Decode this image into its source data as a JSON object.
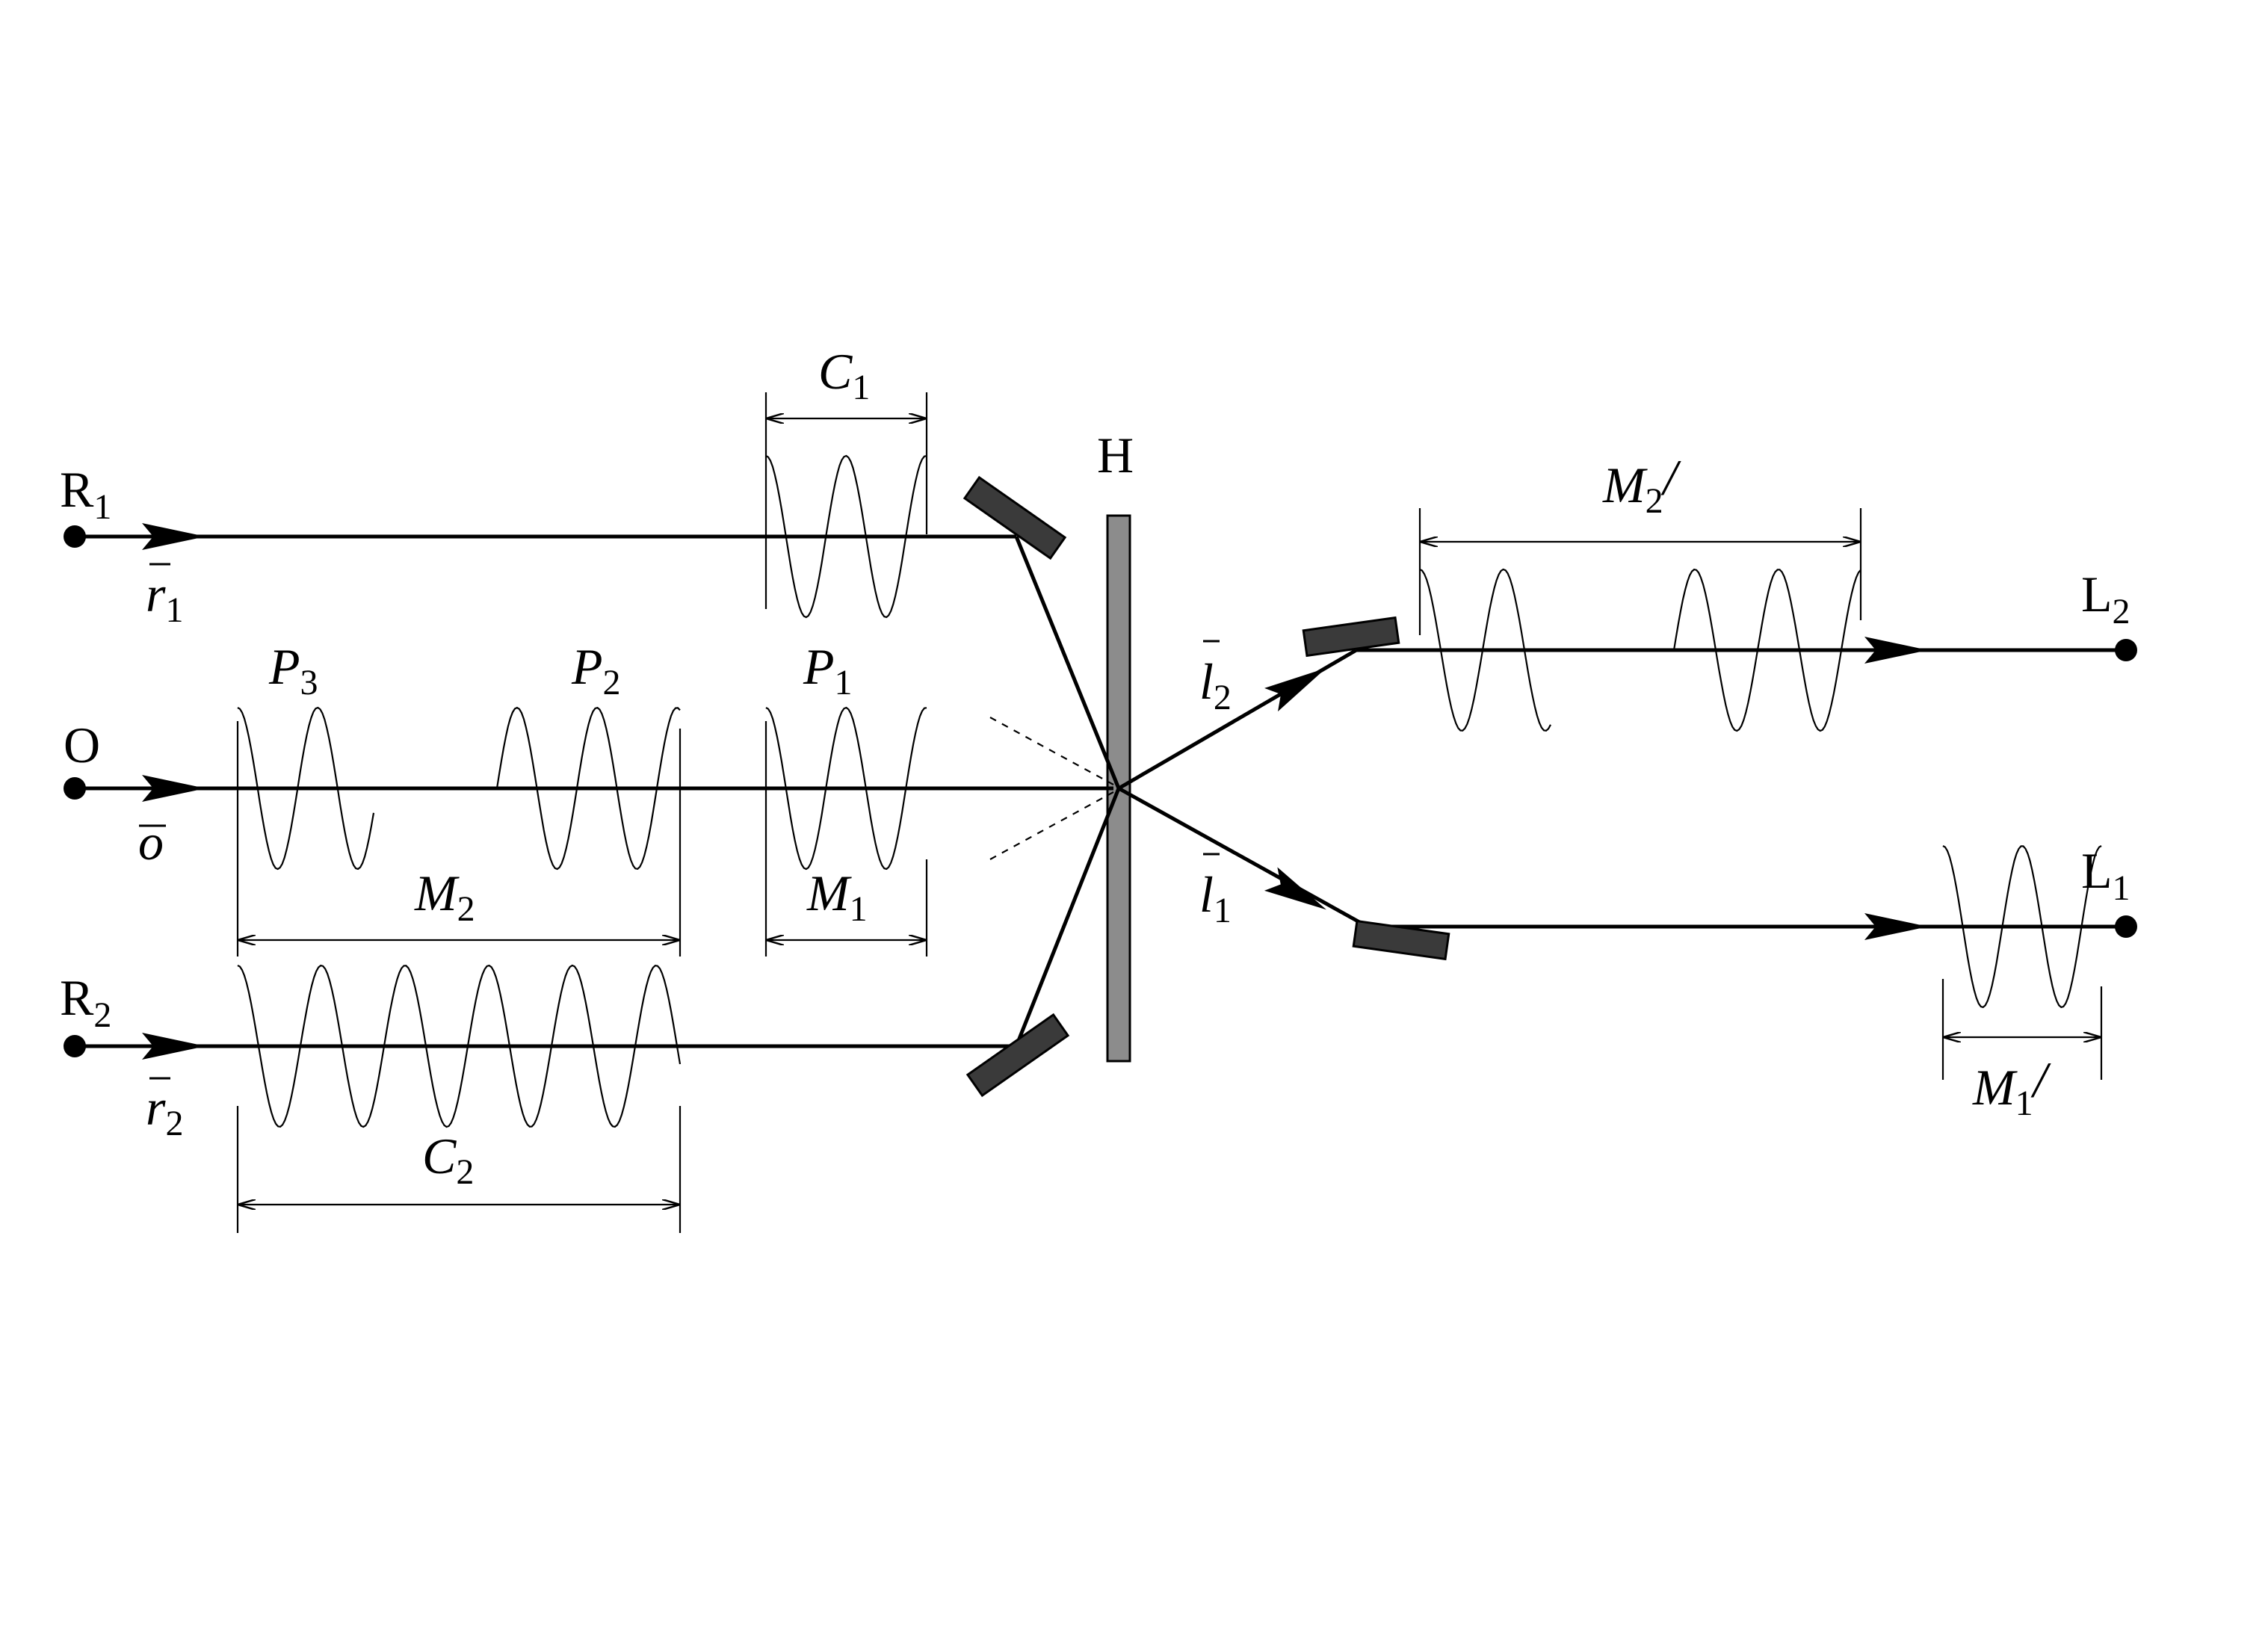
{
  "labels": {
    "R1": {
      "main": "R",
      "sub": "1"
    },
    "R2": {
      "main": "R",
      "sub": "2"
    },
    "O": {
      "main": "O"
    },
    "H": {
      "main": "H"
    },
    "L1": {
      "main": "L",
      "sub": "1"
    },
    "L2": {
      "main": "L",
      "sub": "2"
    },
    "r1": {
      "main": "r",
      "sub": "1"
    },
    "r2": {
      "main": "r",
      "sub": "2"
    },
    "o": {
      "main": "o"
    },
    "l1": {
      "main": "l",
      "sub": "1"
    },
    "l2": {
      "main": "l",
      "sub": "2"
    },
    "C1": {
      "main": "C",
      "sub": "1"
    },
    "C2": {
      "main": "C",
      "sub": "2"
    },
    "P1": {
      "main": "P",
      "sub": "1"
    },
    "P2": {
      "main": "P",
      "sub": "2"
    },
    "P3": {
      "main": "P",
      "sub": "3"
    },
    "M1": {
      "main": "M",
      "sub": "1"
    },
    "M2": {
      "main": "M",
      "sub": "2"
    },
    "M1p": {
      "main": "M",
      "sub": "1",
      "prime": "/"
    },
    "M2p": {
      "main": "M",
      "sub": "2",
      "prime": "/"
    }
  },
  "colors": {
    "line": "#000000",
    "plate": "#8c8c8c",
    "mirror": "#3a3a3a"
  }
}
